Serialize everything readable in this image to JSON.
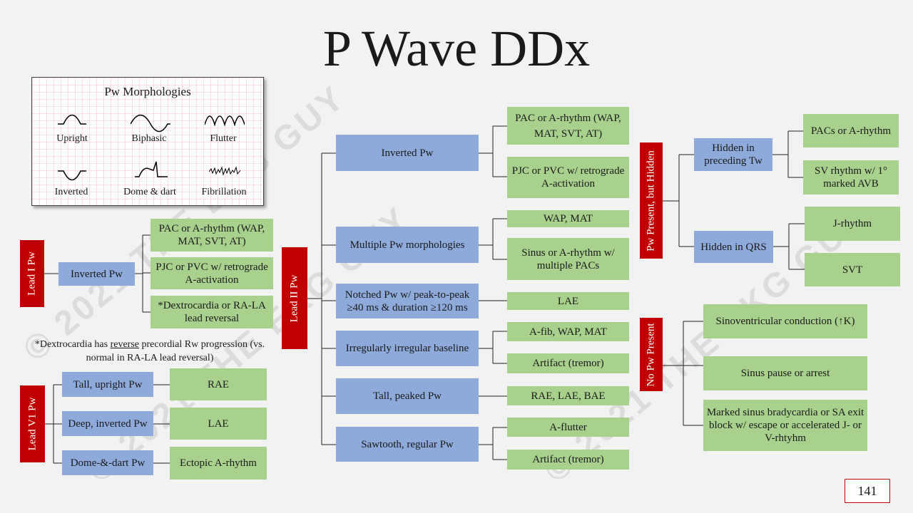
{
  "title": "P Wave DDx",
  "watermark": "© 2021 THE EKG GUY",
  "page_number": "141",
  "morphologies": {
    "title": "Pw Morphologies",
    "items": [
      "Upright",
      "Biphasic",
      "Flutter",
      "Inverted",
      "Dome & dart",
      "Fibrillation"
    ]
  },
  "lead1": {
    "label": "Lead I Pw",
    "node": "Inverted Pw",
    "results": [
      "PAC or A-rhythm (WAP, MAT, SVT, AT)",
      "PJC or PVC w/ retrograde A-activation",
      "*Dextrocardia or RA-LA lead reversal"
    ]
  },
  "note": {
    "pre": "*Dextrocardia has ",
    "underlined": "reverse",
    "post": " precordial Rw progression (vs. normal in RA-LA lead reversal)"
  },
  "leadv1": {
    "label": "Lead V1 Pw",
    "rows": [
      {
        "node": "Tall, upright Pw",
        "result": "RAE"
      },
      {
        "node": "Deep, inverted Pw",
        "result": "LAE"
      },
      {
        "node": "Dome-&-dart Pw",
        "result": "Ectopic A-rhythm"
      }
    ]
  },
  "lead2": {
    "label": "Lead II Pw",
    "nodes": [
      "Inverted Pw",
      "Multiple Pw morphologies",
      "Notched Pw w/ peak-to-peak ≥40 ms & duration ≥120 ms",
      "Irregularly irregular baseline",
      "Tall, peaked Pw",
      "Sawtooth, regular Pw"
    ],
    "results": [
      "PAC or A-rhythm (WAP, MAT, SVT, AT)",
      "PJC or PVC w/ retrograde A-activation",
      "WAP, MAT",
      "Sinus or A-rhythm w/ multiple PACs",
      "LAE",
      "A-fib, WAP, MAT",
      "Artifact (tremor)",
      "RAE, LAE, BAE",
      "A-flutter",
      "Artifact (tremor)"
    ]
  },
  "hidden": {
    "label": "Pw Present, but Hidden",
    "nodes": [
      "Hidden in preceding Tw",
      "Hidden in QRS"
    ],
    "results": [
      "PACs or A-rhythm",
      "SV rhythm w/ 1° marked AVB",
      "J-rhythm",
      "SVT"
    ]
  },
  "nopw": {
    "label": "No Pw Present",
    "results": [
      "Sinoventricular conduction (↑K)",
      "Sinus pause or arrest",
      "Marked sinus bradycardia or SA exit block w/ escape or accelerated J- or V-rhtyhm"
    ]
  },
  "colors": {
    "blue": "#8eaadb",
    "green": "#a9d18e",
    "red": "#c00000"
  }
}
